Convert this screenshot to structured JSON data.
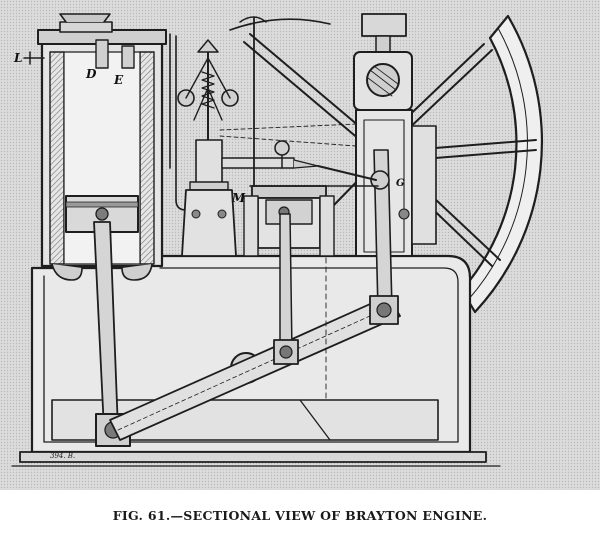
{
  "figure": {
    "labels": {
      "L": "L",
      "D": "D",
      "E": "E",
      "M": "M",
      "G": "G"
    },
    "plate_number": "394. B."
  },
  "caption": "FIG. 61.—SECTIONAL VIEW OF BRAYTON ENGINE."
}
